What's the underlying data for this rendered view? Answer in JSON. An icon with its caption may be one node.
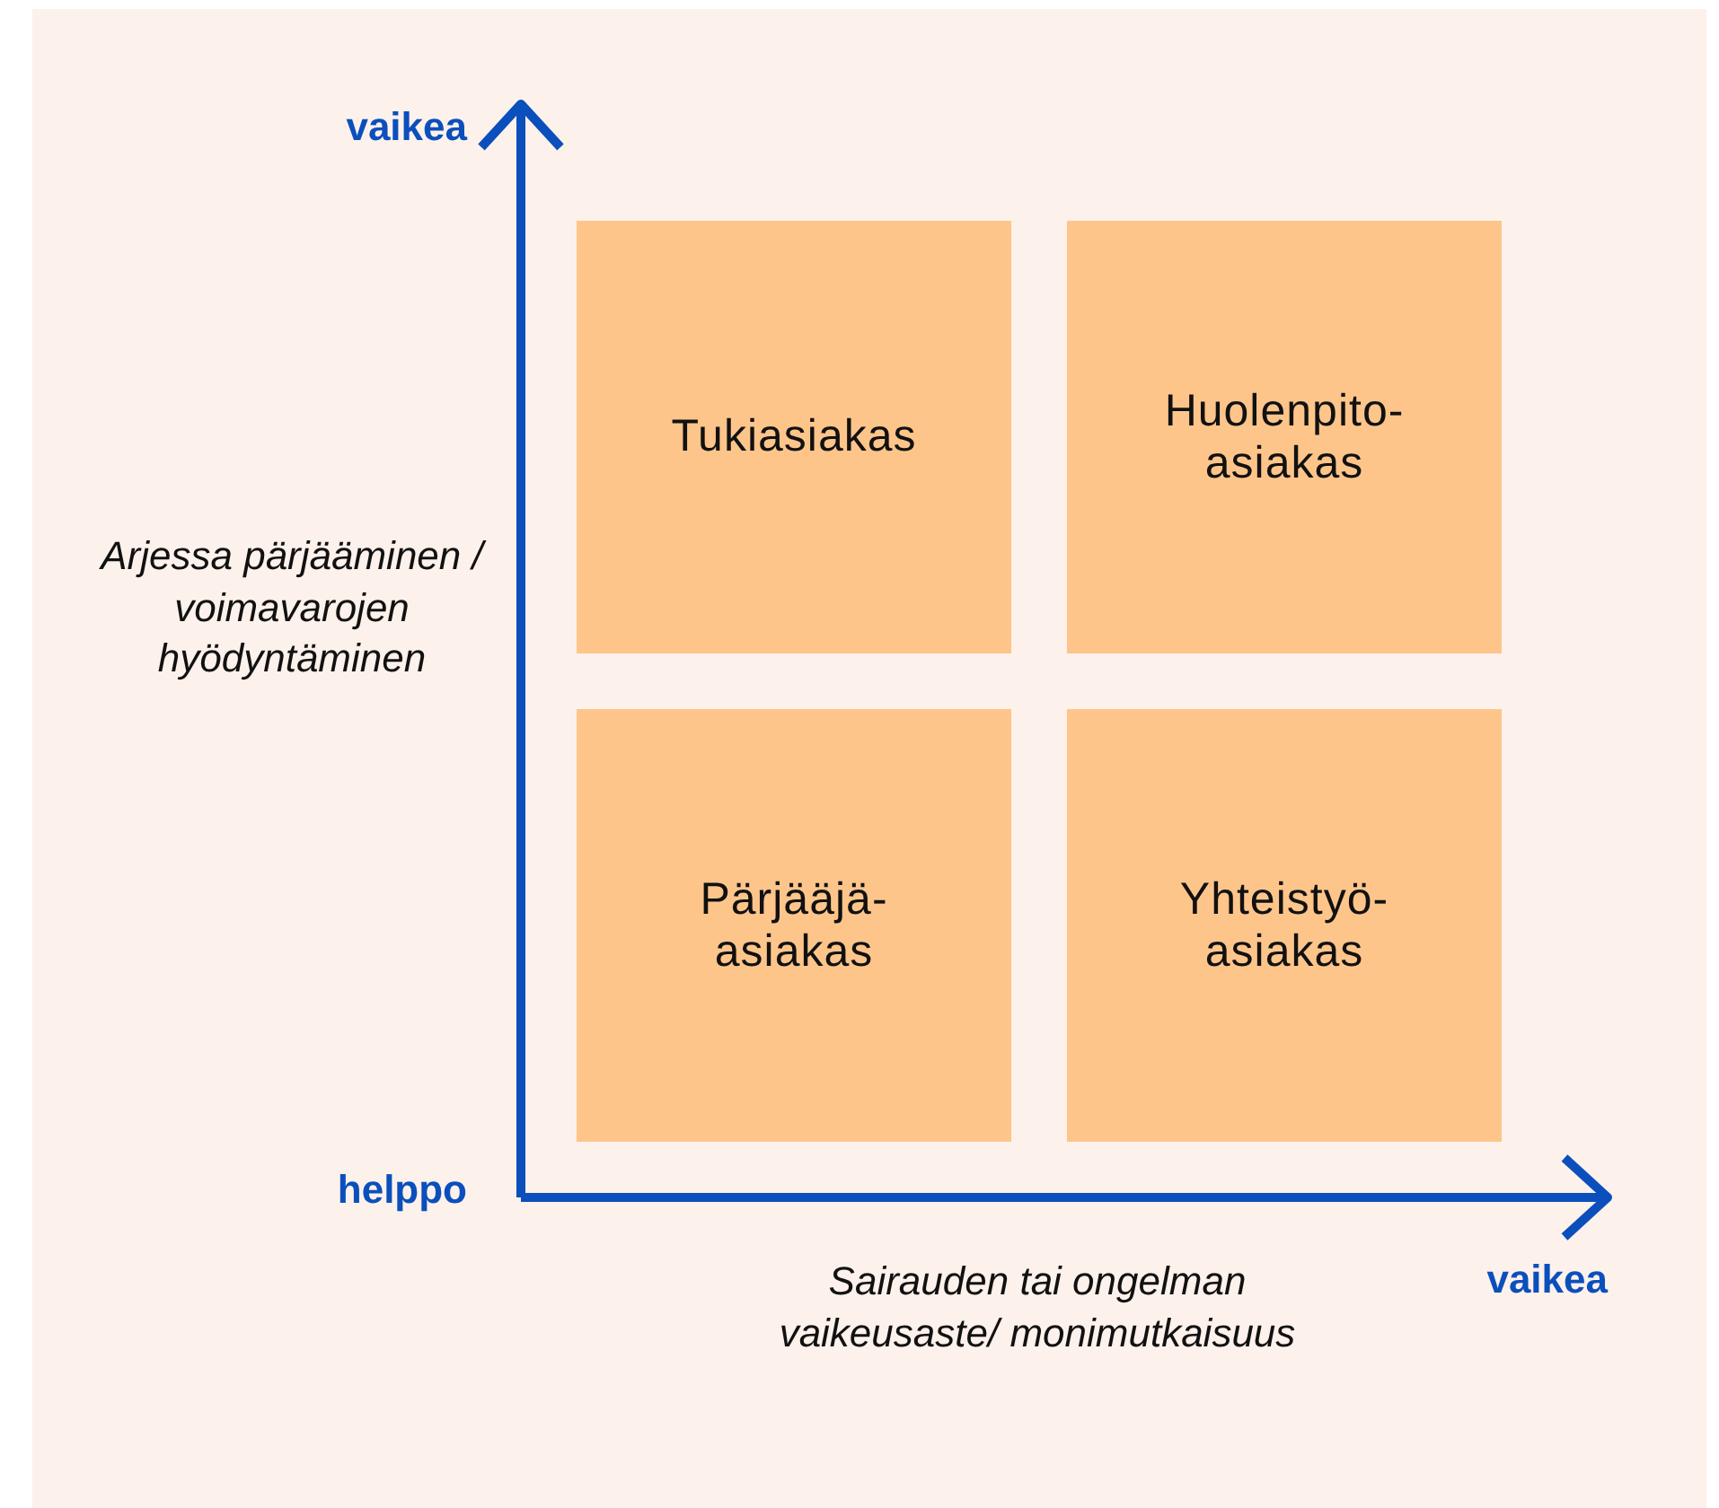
{
  "diagram": {
    "nodes": [
      {
        "text": [
          "Tukiasiakas"
        ]
      },
      {
        "text": [
          "Huolenpito- asiakas"
        ]
      },
      {
        "text": [
          "Pärjääjä- asiakas"
        ]
      },
      {
        "text": [
          "Yhteistyö- asiakas"
        ]
      }
    ],
    "labels": [
      "vaikea",
      "Arjessa pärjääminen / voimavarojen hyödyntäminen",
      "helppo",
      "Sairauden tai ongelman vaikeusaste/ monimutkaisuus",
      "vaikea"
    ]
  }
}
